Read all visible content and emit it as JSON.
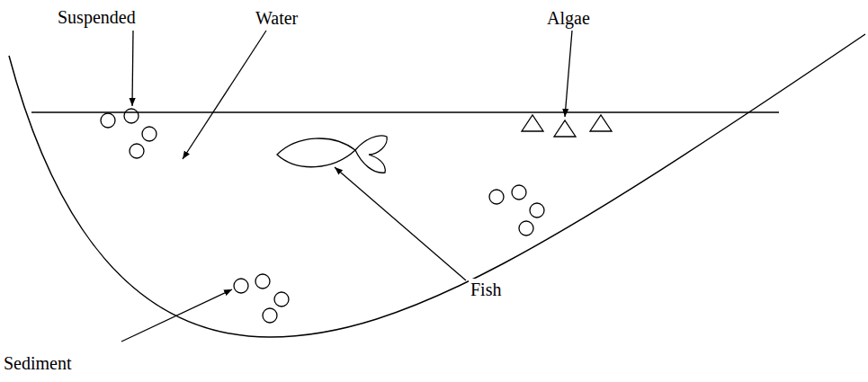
{
  "diagram": {
    "labels": [
      "Suspended",
      "Water",
      "Algae",
      "Fish",
      "Sediment"
    ]
  }
}
